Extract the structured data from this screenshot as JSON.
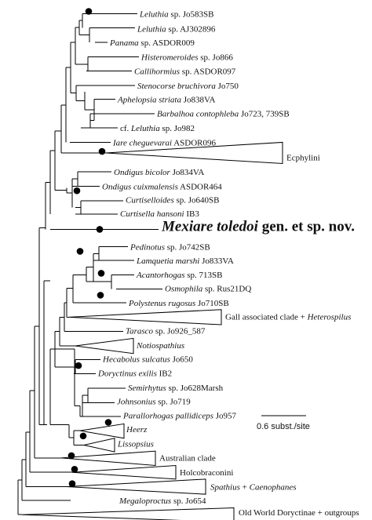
{
  "taxa": [
    {
      "id": "t1",
      "parts": [
        {
          "t": "Leluthia",
          "i": true
        },
        {
          "t": " sp. Jo583SB",
          "i": false
        }
      ]
    },
    {
      "id": "t2",
      "parts": [
        {
          "t": "Leluthia",
          "i": true
        },
        {
          "t": " sp. AJ302896",
          "i": false
        }
      ]
    },
    {
      "id": "t3",
      "parts": [
        {
          "t": "Panama",
          "i": true
        },
        {
          "t": " sp. ASDOR009",
          "i": false
        }
      ]
    },
    {
      "id": "t4",
      "parts": [
        {
          "t": "Histeromeroides",
          "i": true
        },
        {
          "t": " sp. Jo866",
          "i": false
        }
      ]
    },
    {
      "id": "t5",
      "parts": [
        {
          "t": "Callihormius",
          "i": true
        },
        {
          "t": " sp. ASDOR097",
          "i": false
        }
      ]
    },
    {
      "id": "t6",
      "parts": [
        {
          "t": "Stenocorse bruchivora",
          "i": true
        },
        {
          "t": " Jo750",
          "i": false
        }
      ]
    },
    {
      "id": "t7",
      "parts": [
        {
          "t": "Aphelopsia striata",
          "i": true
        },
        {
          "t": " Jo838VA",
          "i": false
        }
      ]
    },
    {
      "id": "t8",
      "parts": [
        {
          "t": "Barbalhoa contophleba",
          "i": true
        },
        {
          "t": " Jo723, 739SB",
          "i": false
        }
      ]
    },
    {
      "id": "t9",
      "parts": [
        {
          "t": "cf. ",
          "i": false
        },
        {
          "t": "Leluthia",
          "i": true
        },
        {
          "t": " sp. Jo982",
          "i": false
        }
      ]
    },
    {
      "id": "t10",
      "parts": [
        {
          "t": "Iare cheguevarai",
          "i": true
        },
        {
          "t": " ASDOR096",
          "i": false
        }
      ]
    },
    {
      "id": "c1",
      "parts": [
        {
          "t": "Ecphylini",
          "i": false
        }
      ]
    },
    {
      "id": "t11",
      "parts": [
        {
          "t": "Ondigus bicolor",
          "i": true
        },
        {
          "t": " Jo834VA",
          "i": false
        }
      ]
    },
    {
      "id": "t12",
      "parts": [
        {
          "t": "Ondigus cuixmalensis",
          "i": true
        },
        {
          "t": " ASDOR464",
          "i": false
        }
      ]
    },
    {
      "id": "t13",
      "parts": [
        {
          "t": "Curtiselloides",
          "i": true
        },
        {
          "t": " sp. Jo640SB",
          "i": false
        }
      ]
    },
    {
      "id": "t14",
      "parts": [
        {
          "t": "Curtisella hansoni",
          "i": true
        },
        {
          "t": " IB3",
          "i": false
        }
      ]
    },
    {
      "id": "new",
      "parts": [
        {
          "t": "Mexiare toledoi",
          "i": true
        },
        {
          "t": " gen. et sp. nov.",
          "i": false
        }
      ]
    },
    {
      "id": "t15",
      "parts": [
        {
          "t": "Pedinotus",
          "i": true
        },
        {
          "t": " sp. Jo742SB",
          "i": false
        }
      ]
    },
    {
      "id": "t16",
      "parts": [
        {
          "t": "Lamquetia marshi",
          "i": true
        },
        {
          "t": " Jo833VA",
          "i": false
        }
      ]
    },
    {
      "id": "t17",
      "parts": [
        {
          "t": "Acantorhogas",
          "i": true
        },
        {
          "t": " sp. 713SB",
          "i": false
        }
      ]
    },
    {
      "id": "t18",
      "parts": [
        {
          "t": "Osmophila",
          "i": true
        },
        {
          "t": " sp. Rus21DQ",
          "i": false
        }
      ]
    },
    {
      "id": "t19",
      "parts": [
        {
          "t": "Polystenus rugosus",
          "i": true
        },
        {
          "t": " Jo710SB",
          "i": false
        }
      ]
    },
    {
      "id": "c2",
      "parts": [
        {
          "t": "Gall associated clade + ",
          "i": false
        },
        {
          "t": "Heterospilus",
          "i": true
        }
      ]
    },
    {
      "id": "t20",
      "parts": [
        {
          "t": "Tarasco",
          "i": true
        },
        {
          "t": " sp. Jo926_587",
          "i": false
        }
      ]
    },
    {
      "id": "c3",
      "parts": [
        {
          "t": "Notiospathius",
          "i": true
        }
      ]
    },
    {
      "id": "t21",
      "parts": [
        {
          "t": "Hecabolus sulcatus",
          "i": true
        },
        {
          "t": " Jo650",
          "i": false
        }
      ]
    },
    {
      "id": "t22",
      "parts": [
        {
          "t": "Doryctinus exilis",
          "i": true
        },
        {
          "t": " IB2",
          "i": false
        }
      ]
    },
    {
      "id": "t23",
      "parts": [
        {
          "t": "Semirhytus",
          "i": true
        },
        {
          "t": " sp. Jo628Marsh",
          "i": false
        }
      ]
    },
    {
      "id": "t24",
      "parts": [
        {
          "t": "Johnsonius",
          "i": true
        },
        {
          "t": " sp. Jo719",
          "i": false
        }
      ]
    },
    {
      "id": "t25",
      "parts": [
        {
          "t": "Parallorhogas pallidiceps",
          "i": true
        },
        {
          "t": " Jo957",
          "i": false
        }
      ]
    },
    {
      "id": "c4",
      "parts": [
        {
          "t": "Heerz",
          "i": true
        }
      ]
    },
    {
      "id": "c5",
      "parts": [
        {
          "t": "Lissopsius",
          "i": true
        }
      ]
    },
    {
      "id": "c6",
      "parts": [
        {
          "t": "Australian clade",
          "i": false
        }
      ]
    },
    {
      "id": "c7",
      "parts": [
        {
          "t": "Holcobraconini",
          "i": false
        }
      ]
    },
    {
      "id": "c8",
      "parts": [
        {
          "t": "Spathius",
          "i": true
        },
        {
          "t": " + ",
          "i": false
        },
        {
          "t": "Caenophanes",
          "i": true
        }
      ]
    },
    {
      "id": "t26",
      "parts": [
        {
          "t": "Megaloproctus",
          "i": true
        },
        {
          "t": " sp. Jo654",
          "i": false
        }
      ]
    },
    {
      "id": "c9",
      "parts": [
        {
          "t": "Old World Doryctinae + outgroups",
          "i": false
        }
      ]
    }
  ],
  "scale_bar": {
    "label": "0.6 subst./site"
  }
}
